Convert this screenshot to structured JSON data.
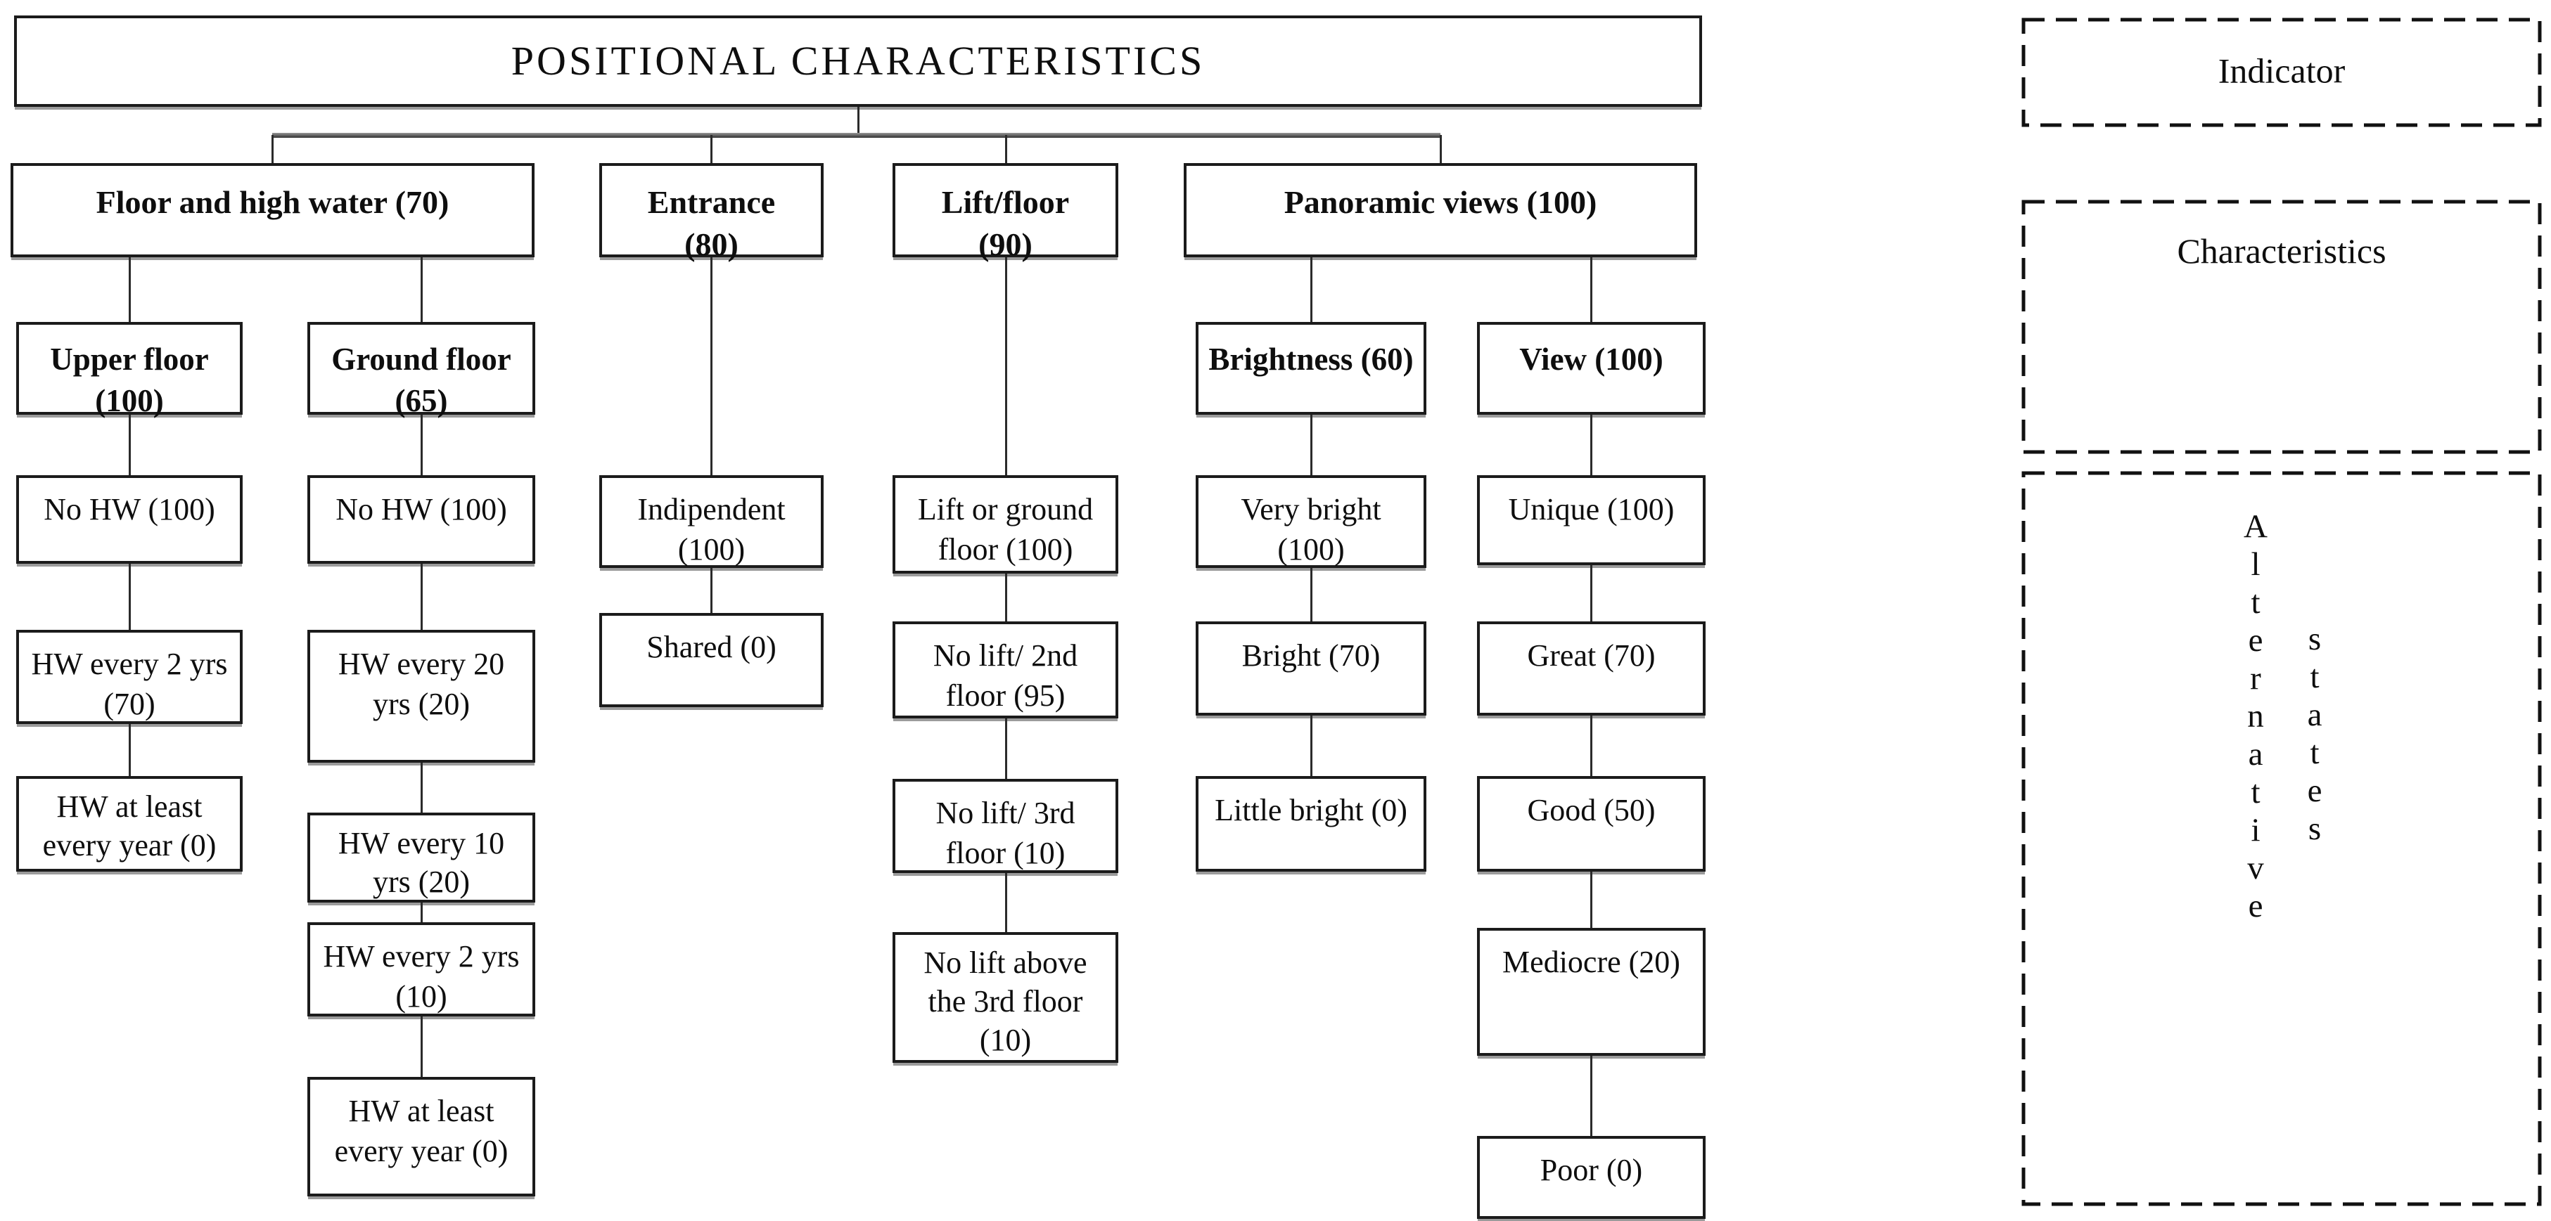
{
  "title": "POSITIONAL CHARACTERISTICS",
  "ink_color": "#0e0e0e",
  "characteristics": [
    {
      "label": "Floor and high water (70)",
      "subs": [
        {
          "label": "Upper floor\n(100)",
          "states": [
            "No HW (100)",
            "HW every 2 yrs\n(70)",
            "HW at least\nevery year (0)"
          ]
        },
        {
          "label": "Ground floor\n(65)",
          "states": [
            "No HW (100)",
            "HW every 20\nyrs (20)",
            "HW every 10\nyrs (20)",
            "HW every 2 yrs\n(10)",
            "HW at least\nevery year (0)"
          ]
        }
      ]
    },
    {
      "label": "Entrance\n(80)",
      "states": [
        "Indipendent\n(100)",
        "Shared (0)"
      ]
    },
    {
      "label": "Lift/floor\n(90)",
      "states": [
        "Lift or ground\nfloor (100)",
        "No lift/ 2nd\nfloor (95)",
        "No lift/ 3rd\nfloor (10)",
        "No lift above\nthe 3rd floor\n(10)"
      ]
    },
    {
      "label": "Panoramic views (100)",
      "subs": [
        {
          "label": "Brightness (60)",
          "states": [
            "Very bright\n(100)",
            "Bright (70)",
            "Little bright (0)"
          ]
        },
        {
          "label": "View (100)",
          "states": [
            "Unique (100)",
            "Great (70)",
            "Good (50)",
            "Mediocre (20)",
            "Poor (0)"
          ]
        }
      ]
    }
  ],
  "legend": {
    "indicator": "Indicator",
    "characteristics": "Characteristics",
    "alternative_word": "Alternative",
    "states_word": "states"
  }
}
